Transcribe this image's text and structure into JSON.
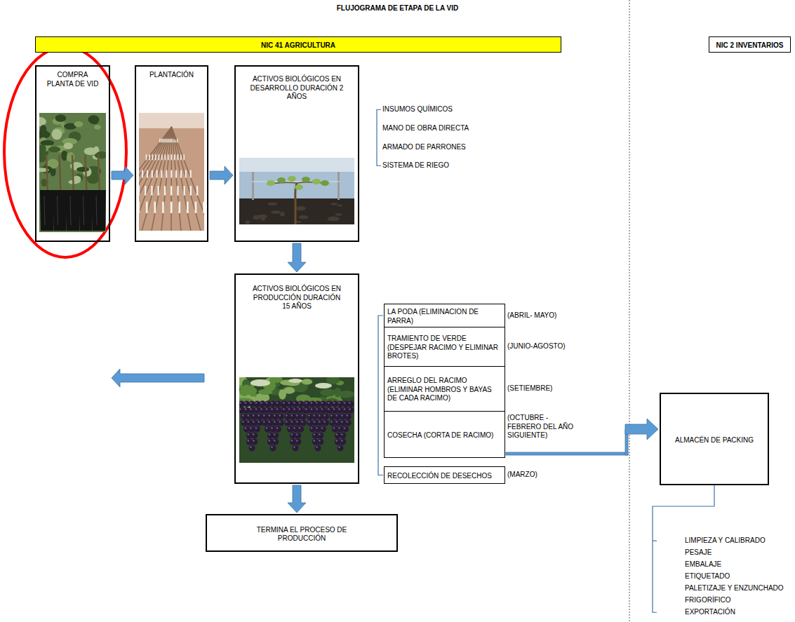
{
  "diagram": {
    "title": "FLUJOGRAMA DE ETAPA DE LA VID",
    "nodes": [
      {
        "text": [
          "NIC 41 AGRICULTURA"
        ]
      },
      {
        "text": [
          "NIC 2 INVENTARIOS"
        ]
      },
      {
        "text": [
          "COMPRA PLANTA DE VID"
        ]
      },
      {
        "text": [
          "PLANTACIÓN"
        ]
      },
      {
        "text": [
          "ACTIVOS BIOLÓGICOS EN DESARROLLO DURACIÓN 2 AÑOS"
        ]
      },
      {
        "text": [
          "ACTIVOS BIOLÓGICOS EN PRODUCCIÓN DURACIÓN 15 AÑOS"
        ]
      },
      {
        "text": [
          "LA PODA (ELIMINACION DE PARRA)"
        ]
      },
      {
        "text": [
          "TRAMIENTO DE VERDE (DESPEJAR RACIMO Y ELIMINAR BROTES)"
        ]
      },
      {
        "text": [
          "ARREGLO DEL RACIMO (ELIMINAR HOMBROS Y BAYAS DE CADA RACIMO)"
        ]
      },
      {
        "text": [
          "COSECHA (CORTA DE RACIMO)"
        ]
      },
      {
        "text": [
          "RECOLECCIÓN DE DESECHOS"
        ]
      },
      {
        "text": [
          "TERMINA EL PROCESO DE PRODUCCIÓN"
        ]
      },
      {
        "text": [
          "ALMACÉN DE PACKING"
        ]
      }
    ],
    "edges": [
      {
        "from": 2,
        "to": 3,
        "arrow": "to"
      },
      {
        "from": 3,
        "to": 4,
        "arrow": "to"
      },
      {
        "from": 4,
        "to": 5,
        "arrow": "to"
      },
      {
        "from": 5,
        "to": 11,
        "arrow": "to"
      },
      {
        "from": 11,
        "to": 2,
        "arrow": "to"
      },
      {
        "from": 9,
        "to": 12,
        "arrow": "to"
      }
    ],
    "labels": [
      "INSUMOS QUÍMICOS",
      "MANO DE OBRA DIRECTA",
      "ARMADO DE PARRONES",
      "SISTEMA DE RIEGO",
      "(ABRIL- MAYO)",
      "(JUNIO-AGOSTO)",
      "(SETIEMBRE)",
      "(OCTUBRE - FEBRERO DEL AÑO SIGUIENTE)",
      "(MARZO)",
      "LIMPIEZA Y CALIBRADO",
      "PESAJE",
      "EMBALAJE",
      "ETIQUETADO",
      "PALETIZAJE Y ENZUNCHADO",
      "FRIGORÍFICO",
      "EXPORTACIÓN"
    ]
  }
}
